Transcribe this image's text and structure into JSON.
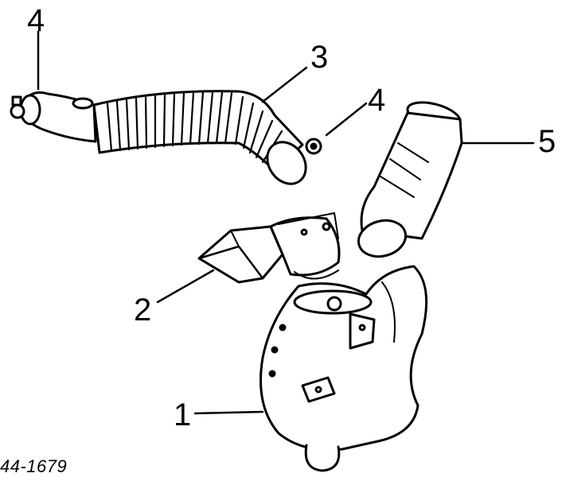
{
  "callouts": {
    "c1": "1",
    "c2": "2",
    "c3": "3",
    "c4_left": "4",
    "c4_right": "4",
    "c5": "5"
  },
  "figure_number": "44-1679",
  "colors": {
    "ink": "#000000",
    "paper": "#ffffff"
  }
}
